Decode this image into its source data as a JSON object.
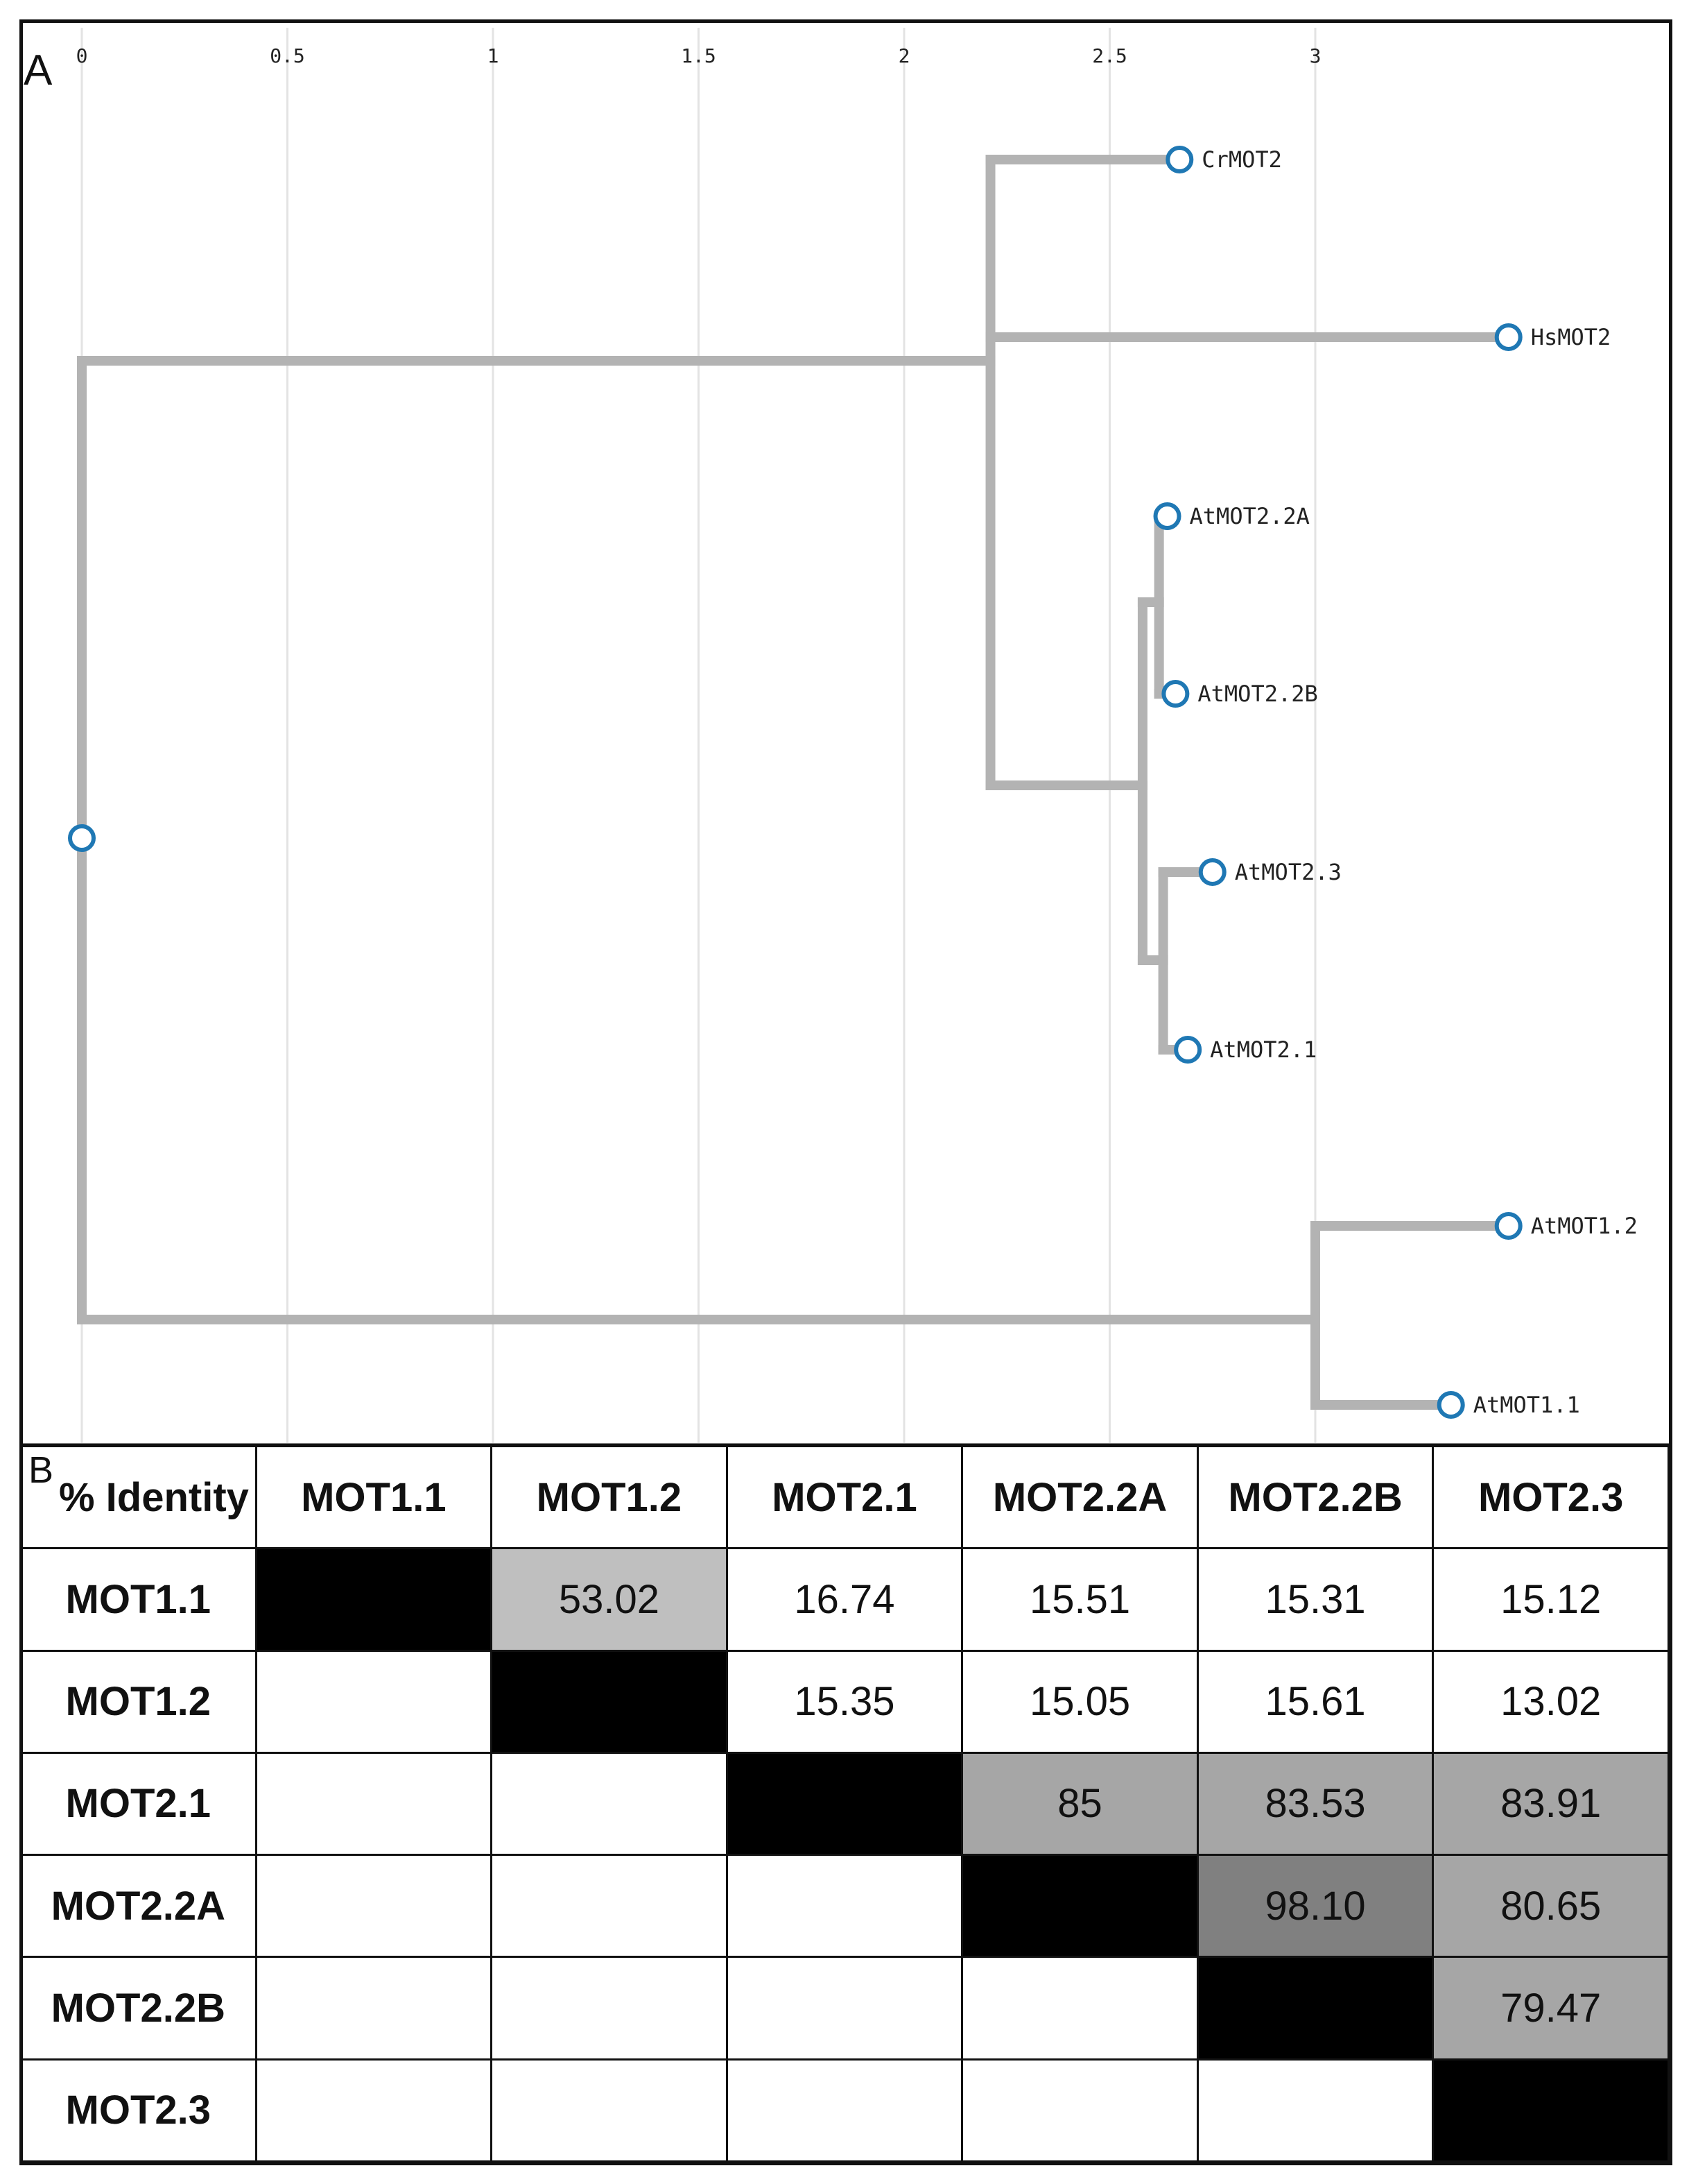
{
  "panel_a": {
    "letter": "A",
    "axis_ticks": [
      "0",
      "0.5",
      "1",
      "1.5",
      "2",
      "2.5",
      "3"
    ],
    "axis_tick_values": [
      0,
      0.5,
      1,
      1.5,
      2,
      2.5,
      3
    ],
    "leaves": [
      {
        "label": "CrMOT2",
        "distance": 2.67
      },
      {
        "label": "HsMOT2",
        "distance": 3.47
      },
      {
        "label": "AtMOT2.2A",
        "distance": 2.64
      },
      {
        "label": "AtMOT2.2B",
        "distance": 2.66
      },
      {
        "label": "AtMOT2.3",
        "distance": 2.75
      },
      {
        "label": "AtMOT2.1",
        "distance": 2.69
      },
      {
        "label": "AtMOT1.2",
        "distance": 3.47
      },
      {
        "label": "AtMOT1.1",
        "distance": 3.33
      }
    ],
    "colors": {
      "branch": "#b3b3b3",
      "node": "#1f78b4",
      "grid": "#e3e3e3"
    }
  },
  "panel_b": {
    "letter": "B",
    "corner_label": "% Identity",
    "columns": [
      "MOT1.1",
      "MOT1.2",
      "MOT2.1",
      "MOT2.2A",
      "MOT2.2B",
      "MOT2.3"
    ],
    "rows": [
      {
        "label": "MOT1.1",
        "cells": [
          "",
          "53.02",
          "16.74",
          "15.51",
          "15.31",
          "15.12"
        ]
      },
      {
        "label": "MOT1.2",
        "cells": [
          "",
          "",
          "15.35",
          "15.05",
          "15.61",
          "13.02"
        ]
      },
      {
        "label": "MOT2.1",
        "cells": [
          "",
          "",
          "",
          "85",
          "83.53",
          "83.91"
        ]
      },
      {
        "label": "MOT2.2A",
        "cells": [
          "",
          "",
          "",
          "",
          "98.10",
          "80.65"
        ]
      },
      {
        "label": "MOT2.2B",
        "cells": [
          "",
          "",
          "",
          "",
          "",
          "79.47"
        ]
      },
      {
        "label": "MOT2.3",
        "cells": [
          "",
          "",
          "",
          "",
          "",
          ""
        ]
      }
    ]
  }
}
